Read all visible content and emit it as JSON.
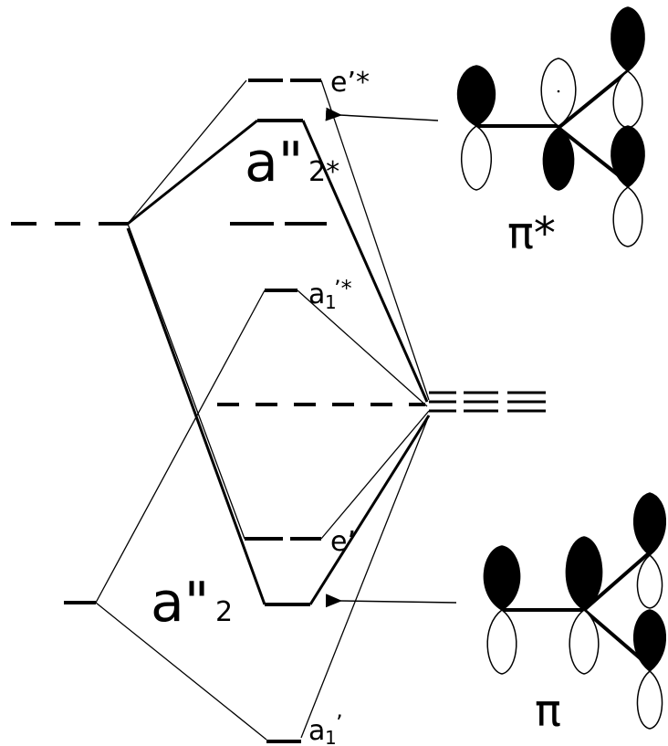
{
  "labels": {
    "e_prime_star": "e’*",
    "a2_double_prime_star_main": "a\"",
    "a2_double_prime_star_sub": "2*",
    "a1_prime_star_main": "a",
    "a1_prime_star_sub": "1",
    "a1_prime_star_sup": "’*",
    "e_prime": "e’",
    "a2_double_prime_main": "a\"",
    "a2_double_prime_sub": "2",
    "a1_prime_main": "a",
    "a1_prime_sub": "1",
    "a1_prime_sup": "’",
    "pi_star": "π*",
    "pi": "π"
  },
  "icons": {
    "arrow_to_pi_star": "arrow-left-icon",
    "arrow_to_pi": "arrow-left-icon"
  }
}
